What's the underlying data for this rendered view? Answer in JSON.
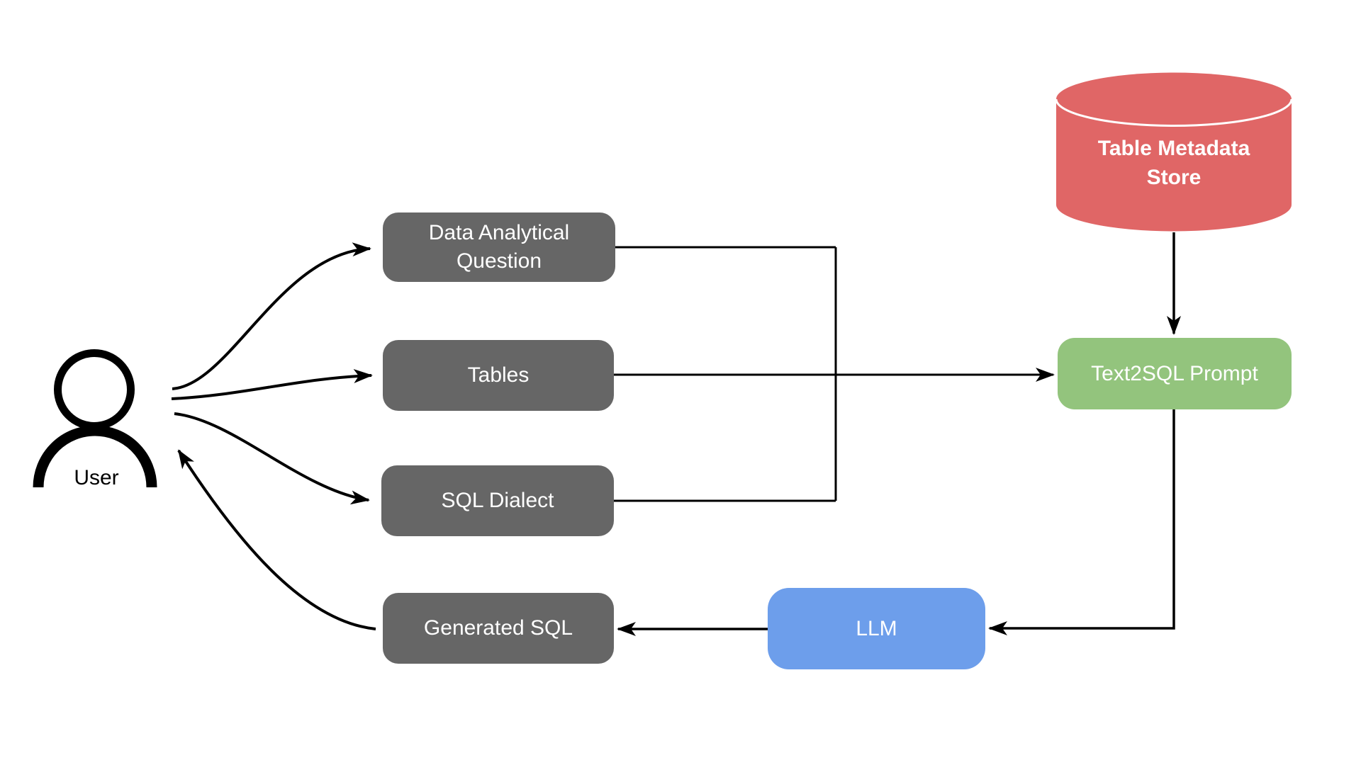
{
  "nodes": {
    "user": {
      "label": "User",
      "shape": "person-icon",
      "color": "#000000"
    },
    "data_analytical_question": {
      "label": "Data Analytical Question",
      "color": "#666666"
    },
    "tables": {
      "label": "Tables",
      "color": "#666666"
    },
    "sql_dialect": {
      "label": "SQL Dialect",
      "color": "#666666"
    },
    "generated_sql": {
      "label": "Generated SQL",
      "color": "#666666"
    },
    "table_metadata_store": {
      "label": "Table Metadata Store",
      "shape": "database-cylinder",
      "color": "#e06666"
    },
    "text2sql_prompt": {
      "label": "Text2SQL Prompt",
      "color": "#93c47d"
    },
    "llm": {
      "label": "LLM",
      "color": "#6d9eeb"
    }
  },
  "edges": [
    {
      "from": "user",
      "to": "data_analytical_question",
      "style": "curved-arrow"
    },
    {
      "from": "user",
      "to": "tables",
      "style": "curved-arrow"
    },
    {
      "from": "user",
      "to": "sql_dialect",
      "style": "curved-arrow"
    },
    {
      "from": "data_analytical_question",
      "to": "text2sql_prompt",
      "style": "elbow-join"
    },
    {
      "from": "tables",
      "to": "text2sql_prompt",
      "style": "straight-arrow"
    },
    {
      "from": "sql_dialect",
      "to": "text2sql_prompt",
      "style": "elbow-join"
    },
    {
      "from": "table_metadata_store",
      "to": "text2sql_prompt",
      "style": "straight-arrow"
    },
    {
      "from": "text2sql_prompt",
      "to": "llm",
      "style": "elbow-arrow"
    },
    {
      "from": "llm",
      "to": "generated_sql",
      "style": "straight-arrow"
    },
    {
      "from": "generated_sql",
      "to": "user",
      "style": "curved-arrow"
    }
  ],
  "colors": {
    "background": "#ffffff",
    "line": "#000000",
    "node_text": "#ffffff",
    "gray_node": "#666666",
    "green_node": "#93c47d",
    "blue_node": "#6d9eeb",
    "red_node": "#e06666"
  }
}
